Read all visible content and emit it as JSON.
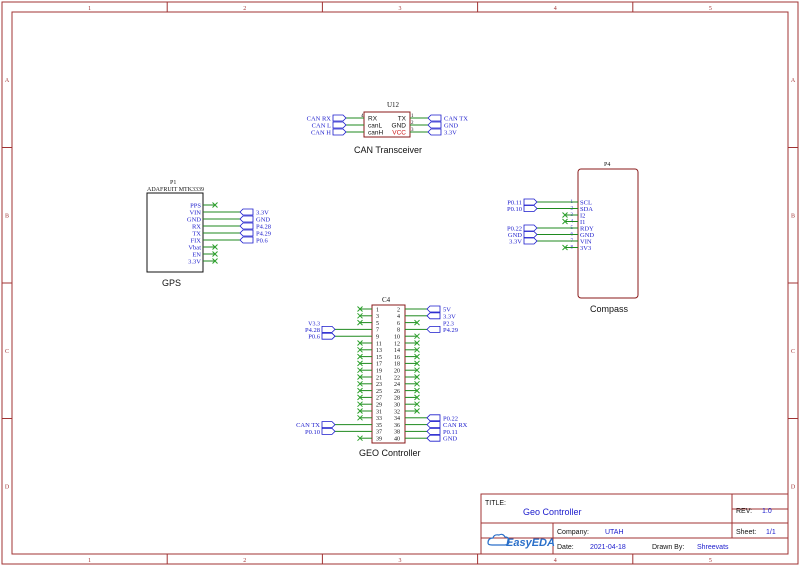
{
  "frame": {
    "columns": [
      "1",
      "2",
      "3",
      "4",
      "5"
    ],
    "rows": [
      "A",
      "B",
      "C",
      "D"
    ]
  },
  "u12": {
    "ref": "U12",
    "caption": "CAN Transceiver",
    "pins_left": [
      "RX",
      "canL",
      "canH"
    ],
    "pins_right": [
      "TX",
      "GND",
      "VCC"
    ],
    "pin_nums_left": [
      "4",
      "",
      ""
    ],
    "pin_nums_right": [
      "1",
      "2",
      "3"
    ],
    "nets_left": [
      "CAN RX",
      "CAN L",
      "CAN H"
    ],
    "nets_right": [
      "CAN TX",
      "GND",
      "3.3V"
    ]
  },
  "p1": {
    "ref": "P1",
    "part": "ADAFRUIT MTK3339",
    "caption": "GPS",
    "pins": [
      "PPS",
      "VIN",
      "GND",
      "RX",
      "TX",
      "FIX",
      "Vbat",
      "EN",
      "3.3V"
    ],
    "nets": [
      "",
      "3.3V",
      "GND",
      "P4.28",
      "P4.29",
      "P0.6",
      "",
      "",
      ""
    ]
  },
  "p4": {
    "ref": "P4",
    "caption": "Compass",
    "pins": [
      "SCL",
      "SDA",
      "I2",
      "I1",
      "RDY",
      "GND",
      "VIN",
      "3V3"
    ],
    "pin_nums": [
      "1",
      "2",
      "3",
      "4",
      "5",
      "6",
      "7",
      "8"
    ],
    "nets": [
      "P0.11",
      "P0.10",
      "",
      "",
      "P0.22",
      "GND",
      "3.3V",
      ""
    ]
  },
  "c4": {
    "ref": "C4",
    "caption": "GEO Controller",
    "left_pins": [
      "1",
      "3",
      "5",
      "7",
      "9",
      "11",
      "13",
      "15",
      "17",
      "19",
      "21",
      "23",
      "25",
      "27",
      "29",
      "31",
      "33",
      "35",
      "37",
      "39"
    ],
    "right_pins": [
      "2",
      "4",
      "6",
      "8",
      "10",
      "12",
      "14",
      "16",
      "18",
      "20",
      "22",
      "24",
      "26",
      "28",
      "30",
      "32",
      "34",
      "36",
      "38",
      "40"
    ],
    "left_nets": [
      "",
      "",
      "",
      "P4.28|V3.3",
      "P0.6",
      "",
      "",
      "",
      "",
      "",
      "",
      "",
      "",
      "",
      "",
      "",
      "",
      "CAN TX",
      "P0.10",
      ""
    ],
    "right_nets": [
      "5V",
      "3.3V",
      "",
      "P4.29|P2.3",
      "",
      "",
      "",
      "",
      "",
      "",
      "",
      "",
      "",
      "",
      "",
      "",
      "P0.22",
      "CAN RX",
      "P0.11",
      "GND"
    ]
  },
  "title_block": {
    "title_label": "TITLE:",
    "title": "Geo Controller",
    "rev_label": "REV:",
    "rev": "1.0",
    "company_label": "Company:",
    "company": "UTAH",
    "sheet_label": "Sheet:",
    "sheet": "1/1",
    "date_label": "Date:",
    "date": "2021-04-18",
    "drawn_label": "Drawn By:",
    "drawn_by": "Shreevats",
    "logo_text": "EasyEDA"
  },
  "colors": {
    "frame": "#a03333",
    "body": "#8a1a1a",
    "pin_text": "#1a1acc",
    "wire": "#1f8a1f",
    "noconnect": "#2aa02a",
    "part_text": "#111111"
  }
}
